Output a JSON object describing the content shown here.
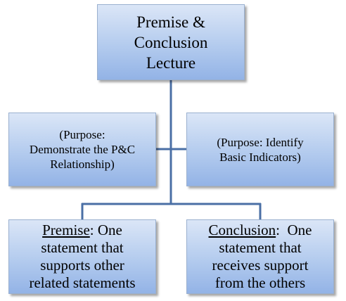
{
  "diagram": {
    "top": {
      "lines": [
        "Premise &",
        "Conclusion",
        "Lecture"
      ]
    },
    "left": {
      "lines": [
        "(Purpose:",
        "Demonstrate the P&C",
        "Relationship)"
      ]
    },
    "right": {
      "lines": [
        "(Purpose: Identify",
        "Basic Indicators)"
      ]
    },
    "bottom_left": {
      "term": "Premise",
      "first_rest": ": One",
      "lines": [
        "statement that",
        "supports other",
        "related statements"
      ]
    },
    "bottom_right": {
      "term": "Conclusion",
      "first_rest": ":  One",
      "lines": [
        "statement that",
        "receives support",
        "from the others"
      ]
    },
    "colors": {
      "box_fill_top": "#dbe6f7",
      "box_fill_bottom": "#93b3e6",
      "connector": "#4a6fa5"
    }
  }
}
